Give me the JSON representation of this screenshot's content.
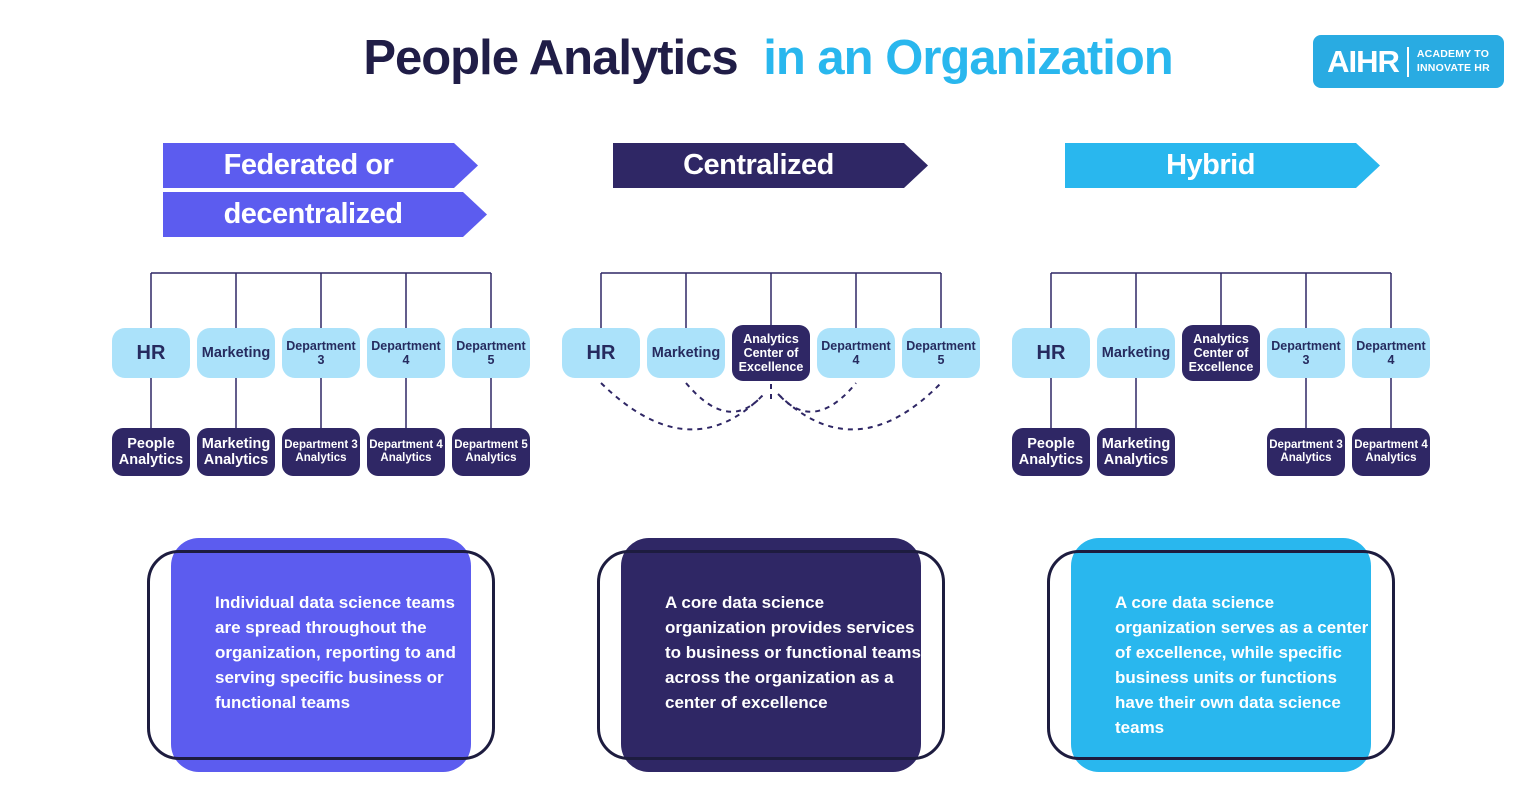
{
  "title": {
    "part1": "People Analytics",
    "part2": "in an Organization"
  },
  "logo": {
    "brand": "AIHR",
    "tagline_line1": "ACADEMY TO",
    "tagline_line2": "INNOVATE HR"
  },
  "colors": {
    "title_navy": "#201D47",
    "accent_blue": "#29B7EE",
    "purple": "#5C5CEF",
    "dark_navy": "#2F2765",
    "pale_blue": "#ABE2FA",
    "logo_blue": "#29ABE2",
    "outline_navy": "#1D1C3F"
  },
  "columns": [
    {
      "id": "federated",
      "banner_lines": [
        "Federated or",
        "decentralized"
      ],
      "banner_color": "#5C5CEF",
      "top_row": [
        "HR",
        "Marketing",
        "Department 3",
        "Department 4",
        "Department 5"
      ],
      "bottom_row": [
        "People Analytics",
        "Marketing Analytics",
        "Department 3 Analytics",
        "Department 4 Analytics",
        "Department 5 Analytics"
      ],
      "description": "Individual data science teams are spread throughout the organization, reporting to and serving specific business or functional teams"
    },
    {
      "id": "centralized",
      "banner_lines": [
        "Centralized"
      ],
      "banner_color": "#2F2765",
      "top_row": [
        "HR",
        "Marketing",
        "Analytics Center of Excellence",
        "Department 4",
        "Department 5"
      ],
      "bottom_row": [],
      "description": "A core data science organization provides services to business or functional teams across the organization as a center of excellence"
    },
    {
      "id": "hybrid",
      "banner_lines": [
        "Hybrid"
      ],
      "banner_color": "#29B7EE",
      "top_row": [
        "HR",
        "Marketing",
        "Analytics Center of Excellence",
        "Department 3",
        "Department 4"
      ],
      "bottom_row": [
        "People Analytics",
        "Marketing Analytics",
        "Department 3 Analytics",
        "Department 4 Analytics"
      ],
      "description": "A core data science organization serves as a center of excellence, while specific business units or functions have their own data science teams"
    }
  ]
}
